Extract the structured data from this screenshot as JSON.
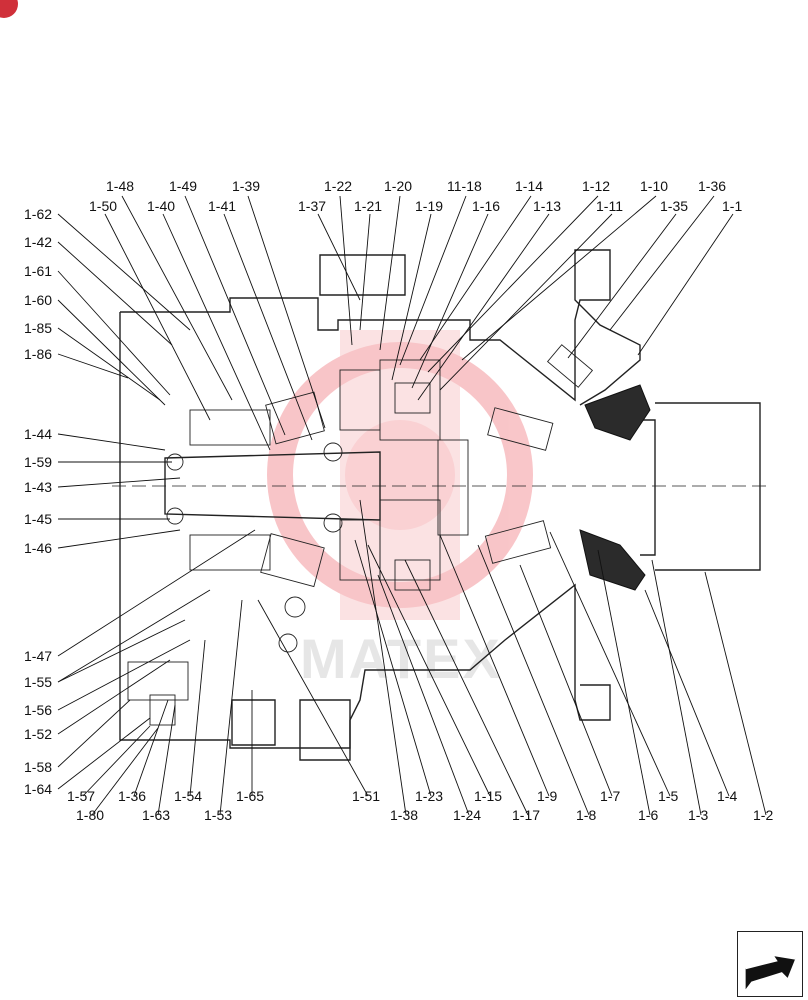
{
  "watermark": {
    "text": "MATEX",
    "color": "#e8323c"
  },
  "badge_color": "#d0303a",
  "callouts": {
    "left": [
      "1-62",
      "1-42",
      "1-61",
      "1-60",
      "1-85",
      "1-86",
      "1-44",
      "1-59",
      "1-43",
      "1-45",
      "1-46",
      "1-47",
      "1-55",
      "1-56",
      "1-52",
      "1-58",
      "1-64"
    ],
    "top_row1": [
      "1-48",
      "1-49",
      "1-39",
      "1-22",
      "1-20",
      "11-18",
      "1-14",
      "1-12",
      "1-10",
      "1-36"
    ],
    "top_row2": [
      "1-50",
      "1-40",
      "1-41",
      "1-37",
      "1-21",
      "1-19",
      "1-16",
      "1-13",
      "1-11",
      "1-35",
      "1-1"
    ],
    "bottom_row1": [
      "1-57",
      "1-36",
      "1-54",
      "1-65",
      "1-51",
      "1-23",
      "1-15",
      "1-9",
      "1-7",
      "1-5",
      "1-4"
    ],
    "bottom_row2": [
      "1-80",
      "1-63",
      "1-53",
      "1-38",
      "1-24",
      "1-17",
      "1-8",
      "1-6",
      "1-3",
      "1-2"
    ]
  },
  "icons": {
    "nav": "arrow-navigation-icon"
  }
}
